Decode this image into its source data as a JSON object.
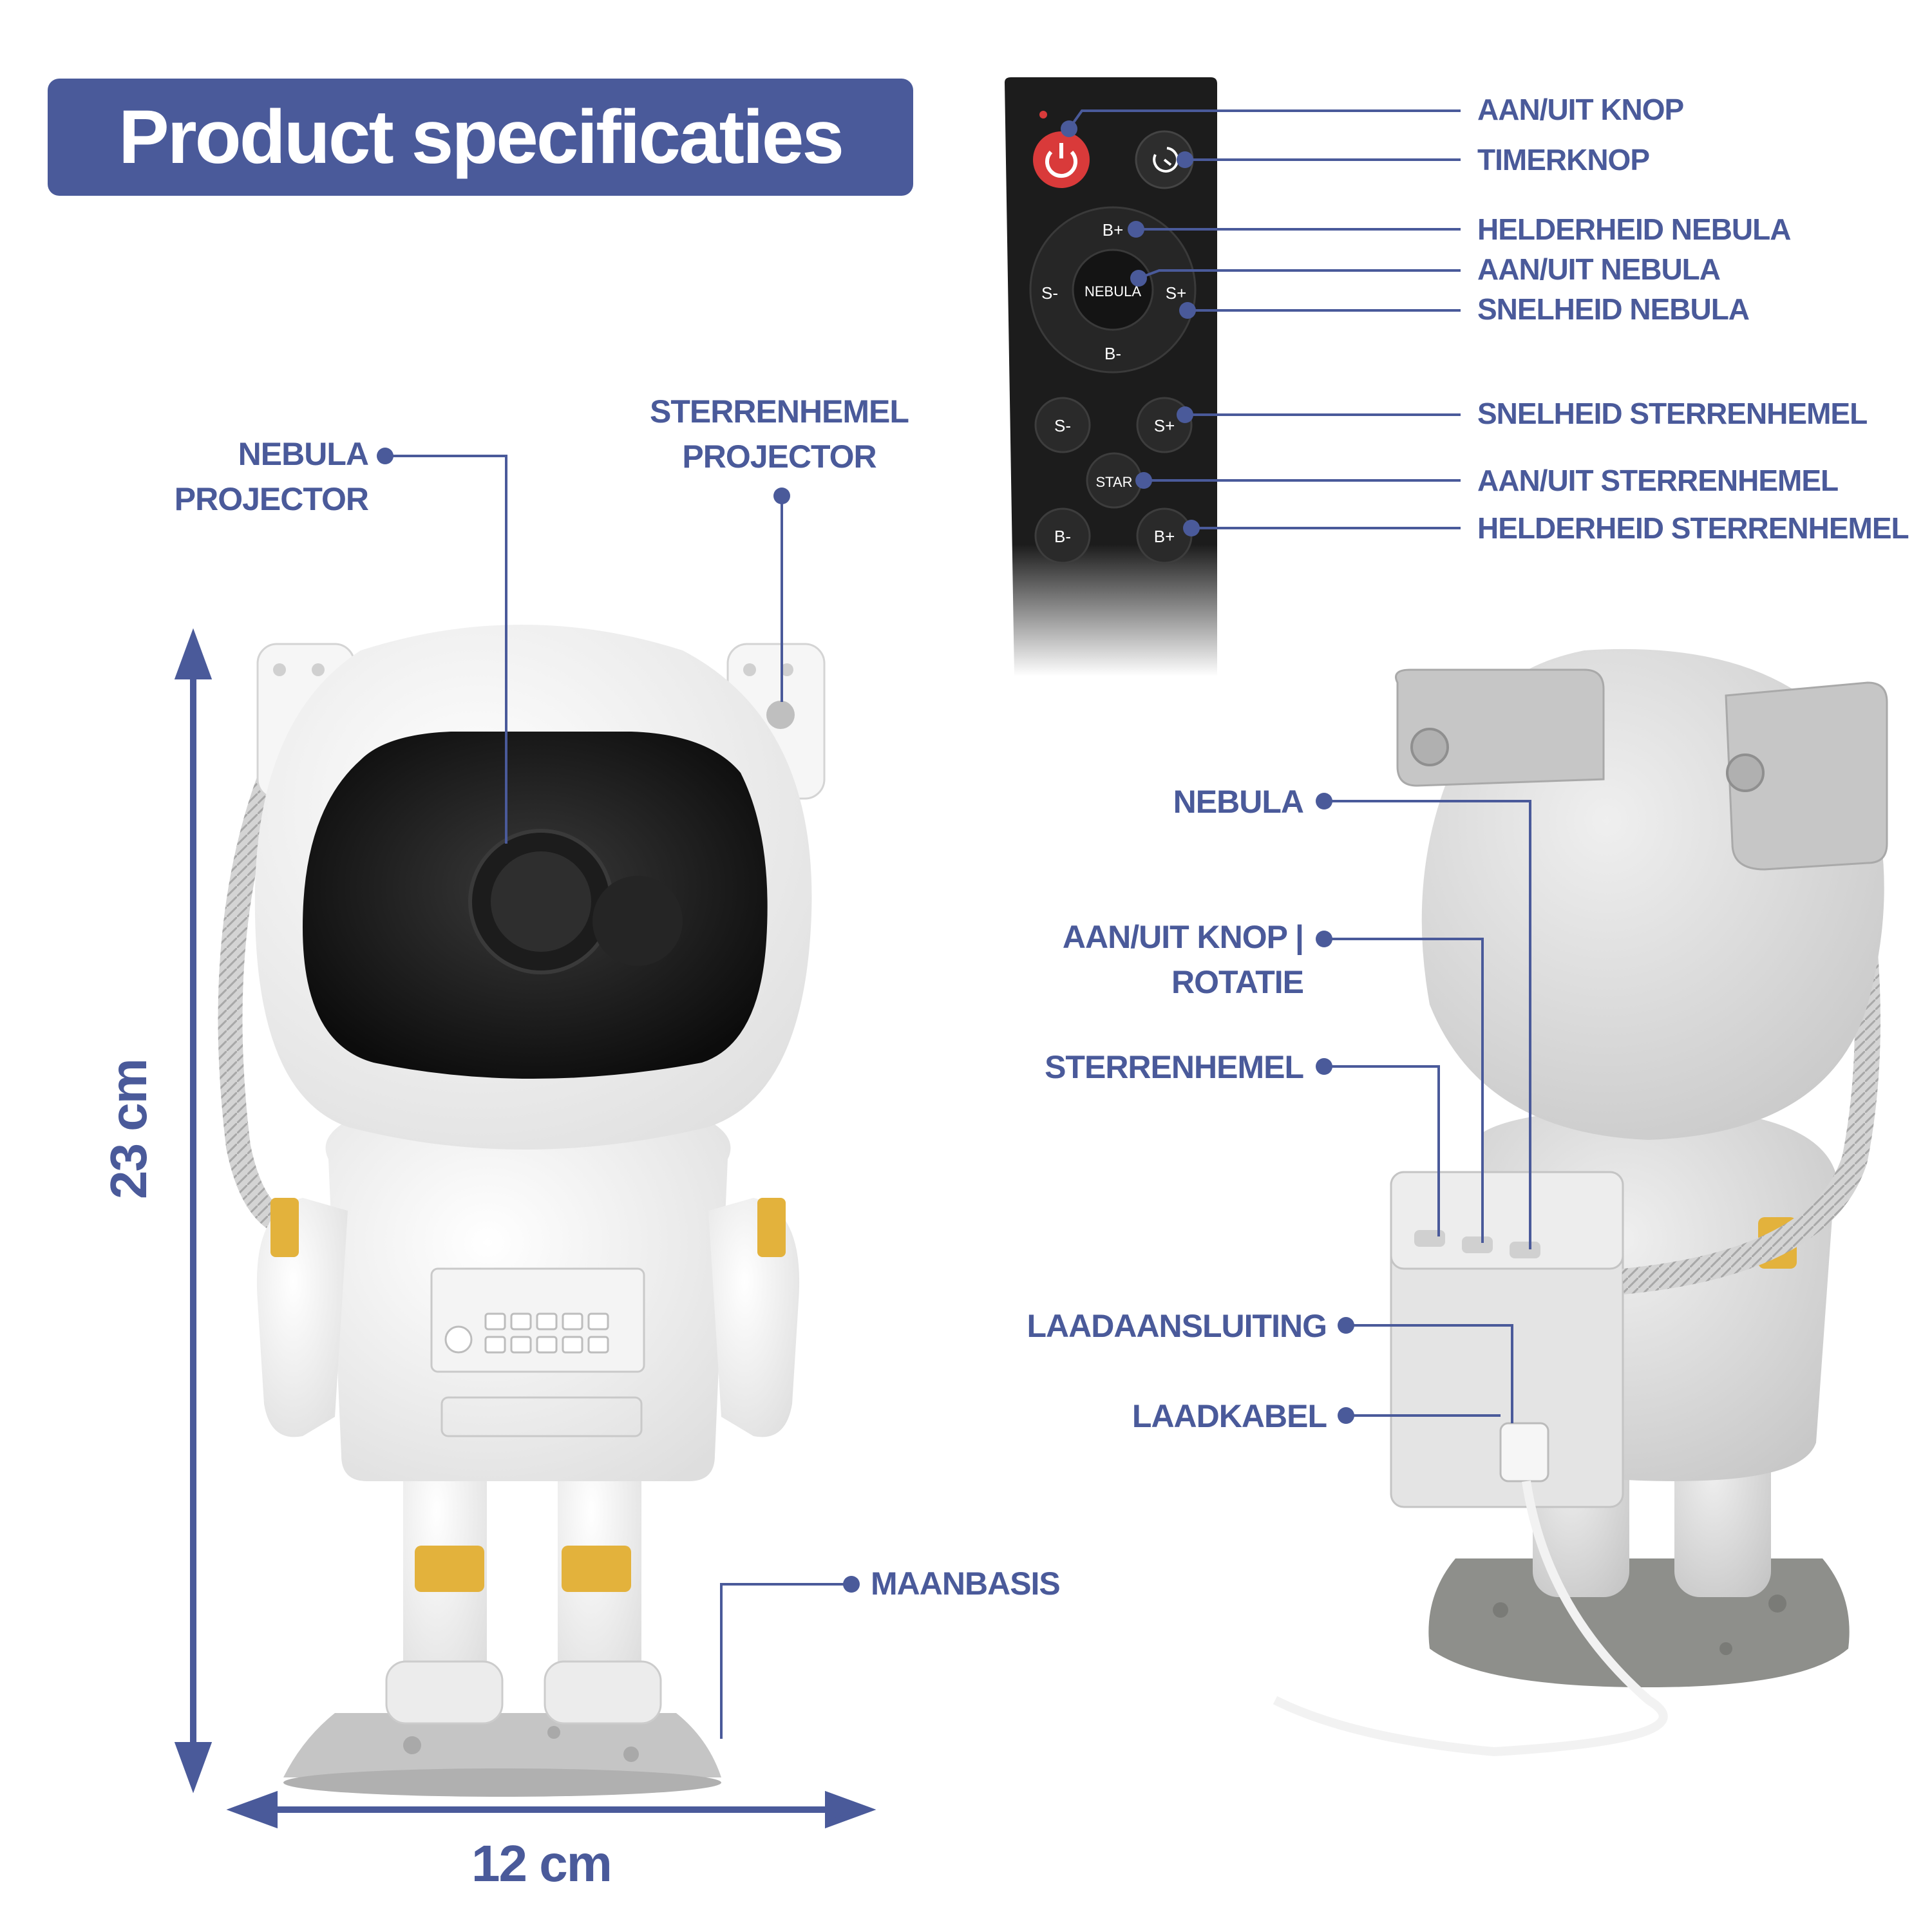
{
  "title": "Product specificaties",
  "remote": {
    "buttons": {
      "b_plus": "B+",
      "b_minus": "B-",
      "s_minus": "S-",
      "s_plus": "S+",
      "nebula": "NEBULA",
      "star": "STAR",
      "s_minus_2": "S-",
      "s_plus_2": "S+",
      "b_minus_2": "B-",
      "b_plus_2": "B+"
    },
    "labels": {
      "power": "AAN/UIT KNOP",
      "timer": "TIMERKNOP",
      "nebula_brightness": "HELDERHEID NEBULA",
      "nebula_toggle": "AAN/UIT NEBULA",
      "nebula_speed": "SNELHEID NEBULA",
      "star_speed": "SNELHEID STERRENHEMEL",
      "star_toggle": "AAN/UIT STERRENHEMEL",
      "star_brightness": "HELDERHEID STERRENHEMEL"
    }
  },
  "front": {
    "nebula_projector": [
      "NEBULA",
      "PROJECTOR"
    ],
    "star_projector": [
      "STERRENHEMEL",
      "PROJECTOR"
    ],
    "moon_base": "MAANBASIS",
    "height": "23 cm",
    "width": "12 cm"
  },
  "back": {
    "nebula": "NEBULA",
    "power_rotation": [
      "AAN/UIT KNOP |",
      "ROTATIE"
    ],
    "starry_sky": "STERRENHEMEL",
    "charging_port": "LAADAANSLUITING",
    "charging_cable": "LAADKABEL"
  },
  "colors": {
    "accent": "#4a5a9a",
    "gold": "#e3b23c",
    "remote": "#1c1c1c",
    "power": "#d93a3a"
  }
}
